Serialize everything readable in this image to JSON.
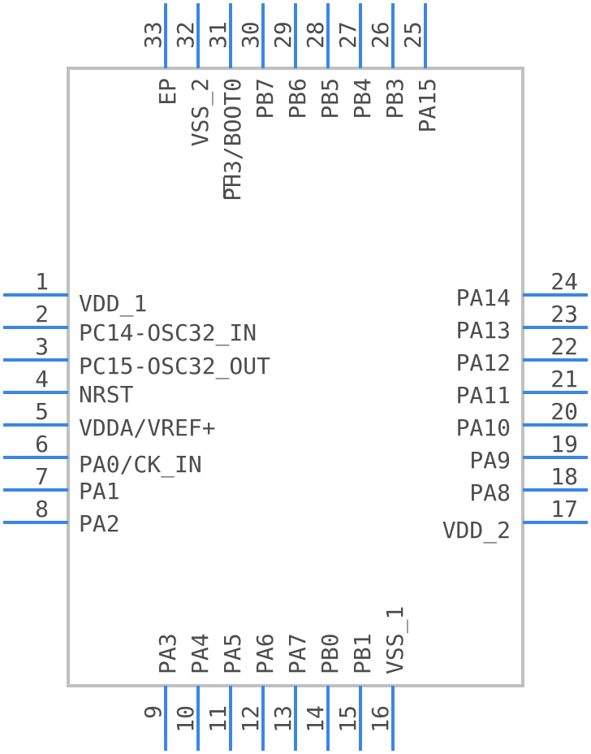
{
  "colors": {
    "pin": "#3a86e8",
    "body_stroke": "#c0c0c0",
    "text": "#4d4d4d"
  },
  "component": {
    "left_pins": [
      {
        "num": "1",
        "label": "VDD_1"
      },
      {
        "num": "2",
        "label": "PC14-OSC32_IN"
      },
      {
        "num": "3",
        "label": "PC15-OSC32_OUT"
      },
      {
        "num": "4",
        "label": "NRST"
      },
      {
        "num": "5",
        "label": "VDDA/VREF+"
      },
      {
        "num": "6",
        "label": "PA0/CK_IN"
      },
      {
        "num": "7",
        "label": "PA1"
      },
      {
        "num": "8",
        "label": "PA2"
      }
    ],
    "bottom_pins": [
      {
        "num": "9",
        "label": "PA3"
      },
      {
        "num": "10",
        "label": "PA4"
      },
      {
        "num": "11",
        "label": "PA5"
      },
      {
        "num": "12",
        "label": "PA6"
      },
      {
        "num": "13",
        "label": "PA7"
      },
      {
        "num": "14",
        "label": "PB0"
      },
      {
        "num": "15",
        "label": "PB1"
      },
      {
        "num": "16",
        "label": "VSS_1"
      }
    ],
    "right_pins": [
      {
        "num": "17",
        "label": "VDD_2"
      },
      {
        "num": "18",
        "label": "PA8"
      },
      {
        "num": "19",
        "label": "PA9"
      },
      {
        "num": "20",
        "label": "PA10"
      },
      {
        "num": "21",
        "label": "PA11"
      },
      {
        "num": "22",
        "label": "PA12"
      },
      {
        "num": "23",
        "label": "PA13"
      },
      {
        "num": "24",
        "label": "PA14"
      }
    ],
    "top_pins": [
      {
        "num": "25",
        "label": "PA15"
      },
      {
        "num": "26",
        "label": "PB3"
      },
      {
        "num": "27",
        "label": "PB4"
      },
      {
        "num": "28",
        "label": "PB5"
      },
      {
        "num": "29",
        "label": "PB6"
      },
      {
        "num": "30",
        "label": "PB7"
      },
      {
        "num": "31",
        "label": "PH3/BOOT0"
      },
      {
        "num": "32",
        "label": "VSS_2"
      },
      {
        "num": "33",
        "label": "EP"
      }
    ]
  }
}
